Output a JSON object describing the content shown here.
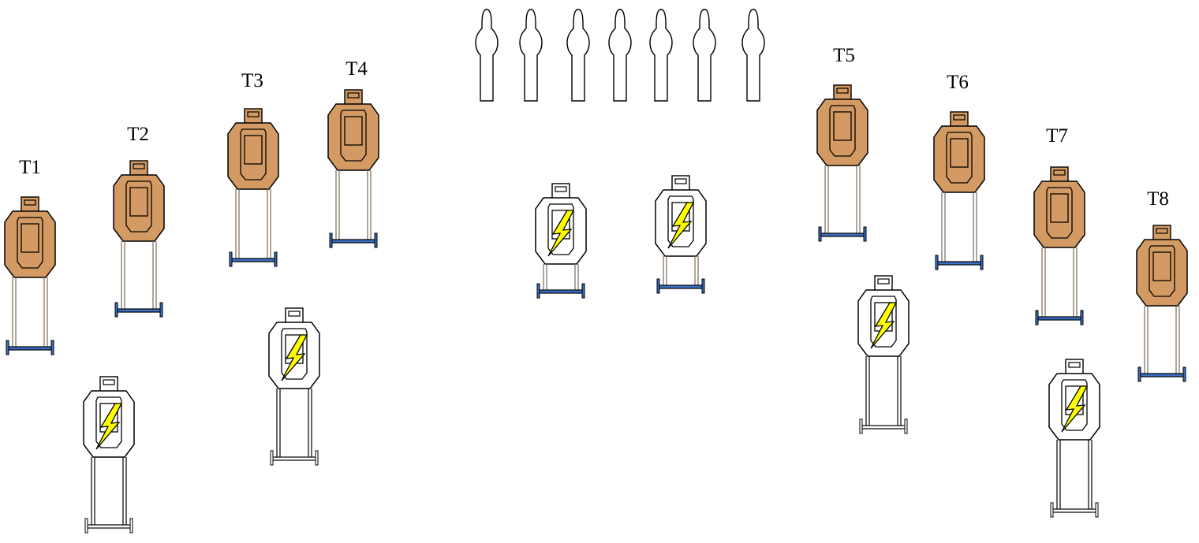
{
  "colors": {
    "background": "#ffffff",
    "target_fill": "#D39B63",
    "no_shoot_fill": "#ffffff",
    "outline": "#000000",
    "stand_leg": "#7a6a58",
    "stand_base_blue": "#3b6fc4",
    "stand_base_plain": "#ffffff",
    "bolt_fill": "#FFFF00"
  },
  "icons": {
    "shoot_target": "ipsc-steel-target-icon",
    "no_shoot_target": "no-shoot-target-icon",
    "hazard": "lightning-bolt-icon",
    "popper": "silhouette-popper-icon"
  },
  "targets": [
    {
      "label": "T1"
    },
    {
      "label": "T2"
    },
    {
      "label": "T3"
    },
    {
      "label": "T4"
    },
    {
      "label": "T5"
    },
    {
      "label": "T6"
    },
    {
      "label": "T7"
    },
    {
      "label": "T8"
    }
  ],
  "no_shoots": [
    {},
    {},
    {},
    {},
    {},
    {}
  ],
  "poppers": [
    {},
    {},
    {},
    {},
    {},
    {},
    {}
  ]
}
